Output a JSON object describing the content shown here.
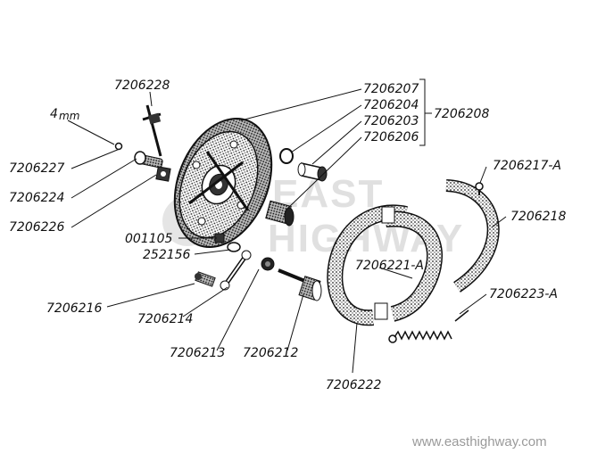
{
  "labels": {
    "p7206228": "7206228",
    "p4mm": "4",
    "p4mm_unit": "mm",
    "p7206227": "7206227",
    "p7206224": "7206224",
    "p7206226": "7206226",
    "p7206207": "7206207",
    "p7206204": "7206204",
    "p7206203": "7206203",
    "p7206206": "7206206",
    "p7206208": "7206208",
    "p7206217A": "7206217-A",
    "p7206218": "7206218",
    "p001105": "001105",
    "p252156": "252156",
    "p7206221A": "7206221-A",
    "p7206216": "7206216",
    "p7206214": "7206214",
    "p7206223A": "7206223-A",
    "p7206213": "7206213",
    "p7206212": "7206212",
    "p7206222": "7206222"
  },
  "watermark": {
    "logo_line1": "EAST",
    "logo_line2": "HIGHWAY",
    "url": "www.easthighway.com"
  },
  "colors": {
    "ink": "#111111",
    "watermark": "#c8c8c8"
  }
}
